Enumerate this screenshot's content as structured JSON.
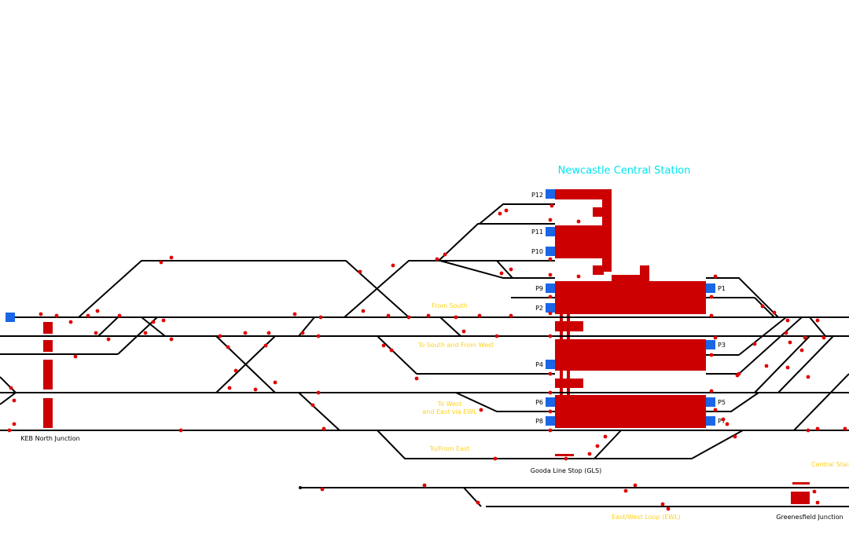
{
  "title": "Newcastle Central Station",
  "colors": {
    "track": "#000000",
    "platform": "#cc0000",
    "platform_marker": "#1a66e6",
    "signal": "#e00000",
    "title": "#00e5ee",
    "route_label": "#ffd21a",
    "label": "#000000"
  },
  "platform_labels": {
    "p12": "P12",
    "p11": "P11",
    "p10": "P10",
    "p9": "P9",
    "p2": "P2",
    "p4": "P4",
    "p6": "P6",
    "p8": "P8",
    "p1": "P1",
    "p3": "P3",
    "p5": "P5",
    "p7": "P7"
  },
  "route_labels": {
    "from_south": "From South",
    "to_south_from_west": "To South and From West",
    "to_west_line1": "To West",
    "to_west_line2": "and East via EWL",
    "to_from_east": "To/From East",
    "east_west_loop": "East/West Loop (EWL)",
    "central_stairs": "Central Stairs"
  },
  "location_labels": {
    "keb": "KEB North Junction",
    "gooda": "Gooda Line Stop (GLS)",
    "greenesfield": "Greenesfield Junction"
  }
}
